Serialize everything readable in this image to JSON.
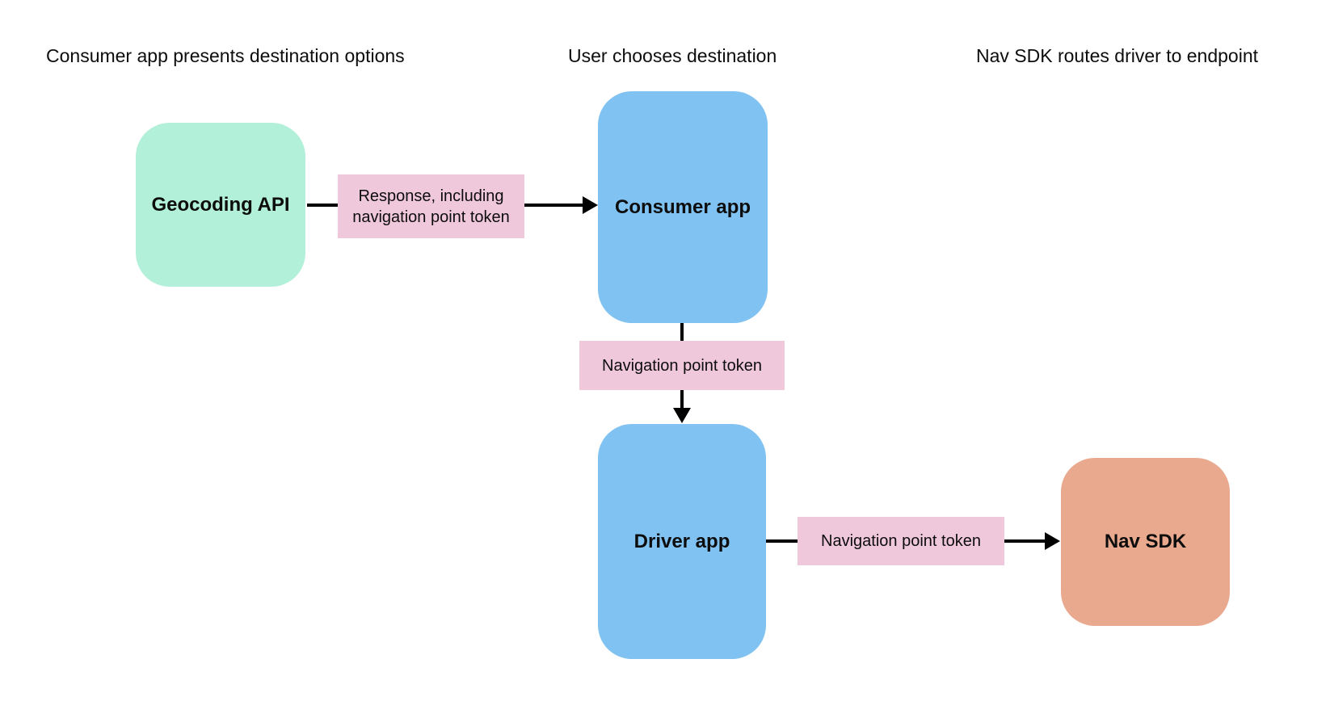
{
  "diagram": {
    "background_color": "#ffffff",
    "text_color": "#0d0d0d",
    "arrow_color": "#000000",
    "phase_labels": [
      "Consumer app presents destination options",
      "User chooses destination",
      "Nav SDK routes driver to endpoint"
    ],
    "nodes": {
      "geocoding_api": {
        "label": "Geocoding API",
        "color": "#b2f0d9"
      },
      "consumer_app": {
        "label": "Consumer app",
        "color": "#80c2f1"
      },
      "driver_app": {
        "label": "Driver app",
        "color": "#80c2f1"
      },
      "nav_sdk": {
        "label": "Nav SDK",
        "color": "#e9a98f"
      }
    },
    "edge_labels": {
      "geocoding_to_consumer": {
        "text": "Response, including navigation point token",
        "color": "#f0c8dc"
      },
      "consumer_to_driver": {
        "text": "Navigation point token",
        "color": "#f0c8dc"
      },
      "driver_to_nav_sdk": {
        "text": "Navigation point token",
        "color": "#f0c8dc"
      }
    },
    "edges": [
      {
        "from": "geocoding_api",
        "to": "consumer_app",
        "label": "Response, including navigation point token"
      },
      {
        "from": "consumer_app",
        "to": "driver_app",
        "label": "Navigation point token"
      },
      {
        "from": "driver_app",
        "to": "nav_sdk",
        "label": "Navigation point token"
      }
    ]
  }
}
